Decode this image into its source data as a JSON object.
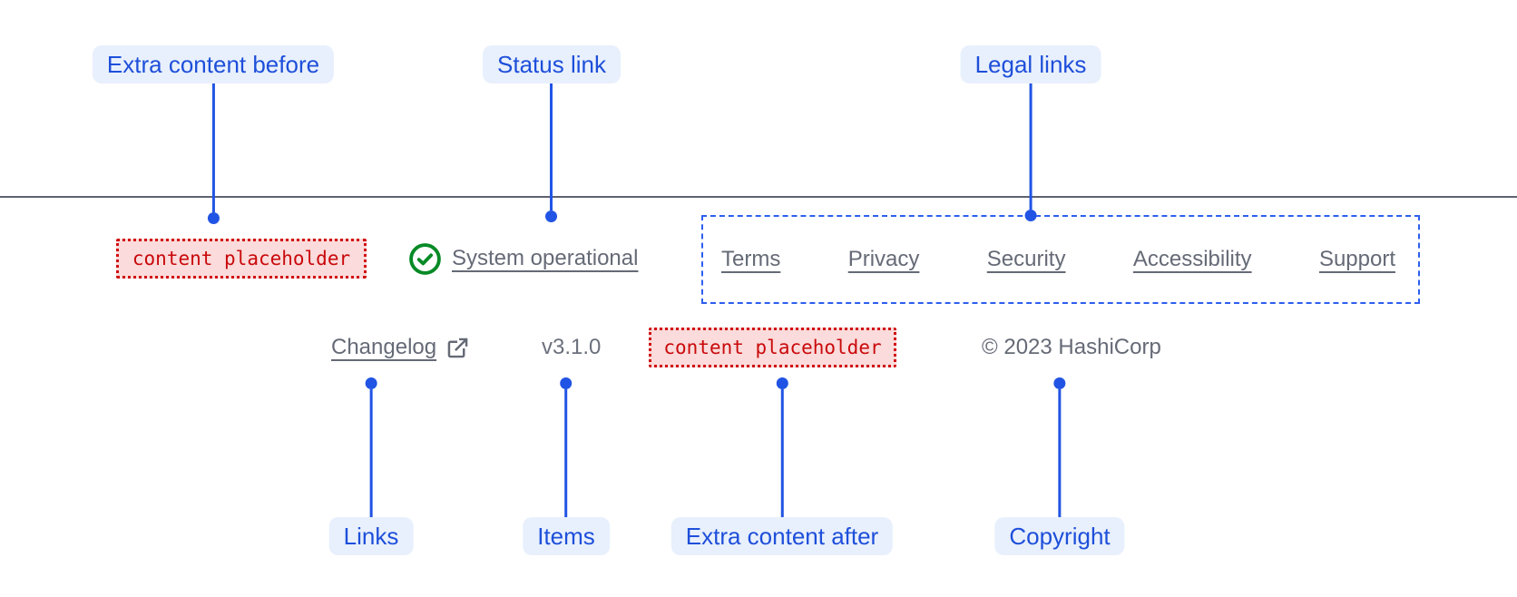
{
  "colors": {
    "annotation_text_blue": "#1E4FDA",
    "annotation_line_blue": "#2154E4",
    "annotation_pill_bg": "#E8F0FD",
    "legal_border_blue": "#2D5FEE",
    "link_gray": "#656A76",
    "placeholder_red": "#C9090B",
    "placeholder_bg": "#FBDBDB",
    "success_green": "#078A26",
    "divider_gray": "#5E6370"
  },
  "footer": {
    "extra_content_before": {
      "text": "content placeholder"
    },
    "status": {
      "label": "System operational",
      "icon": "check-circle-icon"
    },
    "legal_links": [
      {
        "label": "Terms"
      },
      {
        "label": "Privacy"
      },
      {
        "label": "Security"
      },
      {
        "label": "Accessibility"
      },
      {
        "label": "Support"
      }
    ],
    "links": [
      {
        "label": "Changelog",
        "icon": "external-link-icon"
      }
    ],
    "items": {
      "version": "v3.1.0"
    },
    "extra_content_after": {
      "text": "content placeholder"
    },
    "copyright": "© 2023 HashiCorp"
  },
  "annotations": {
    "top": [
      {
        "label": "Extra content before"
      },
      {
        "label": "Status link"
      },
      {
        "label": "Legal links"
      }
    ],
    "bottom": [
      {
        "label": "Links"
      },
      {
        "label": "Items"
      },
      {
        "label": "Extra content after"
      },
      {
        "label": "Copyright"
      }
    ]
  }
}
